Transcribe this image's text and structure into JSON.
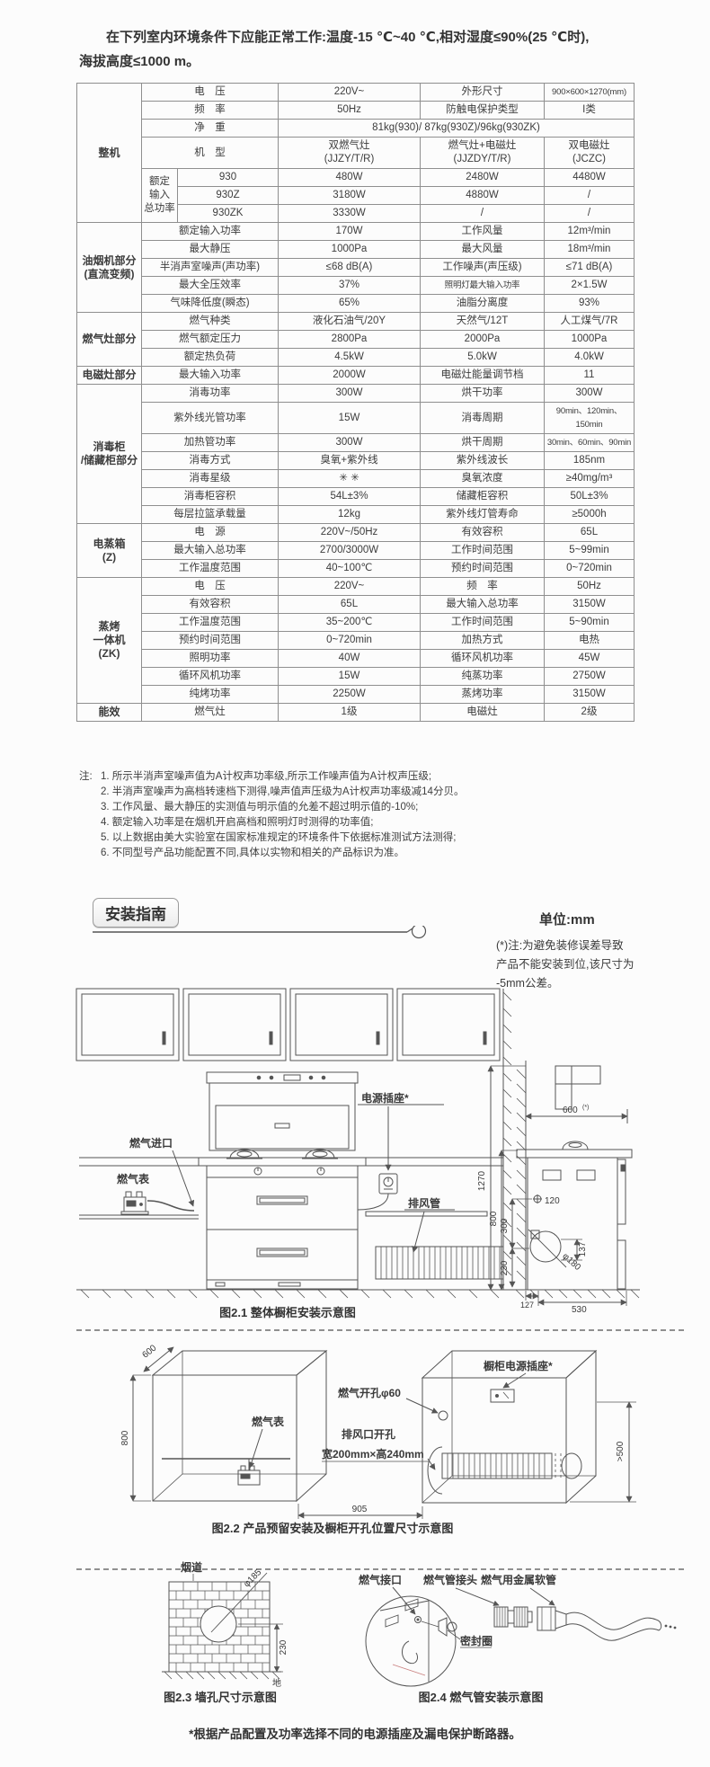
{
  "intro": {
    "line1": "在下列室内环境条件下应能正常工作:温度-15 ℃~40 ℃,相对湿度≤90%(25 ℃时),",
    "line2": "海拔高度≤1000 m。"
  },
  "table": {
    "sections": [
      {
        "group": "整机",
        "rows": [
          [
            {
              "t": "电　压",
              "c": 2
            },
            {
              "t": "220V~",
              "c": 1
            },
            {
              "t": "外形尺寸",
              "c": 1
            },
            {
              "t": "900×600×1270(mm)",
              "c": 1,
              "s": 1
            }
          ],
          [
            {
              "t": "频　率",
              "c": 2
            },
            {
              "t": "50Hz",
              "c": 1
            },
            {
              "t": "防触电保护类型",
              "c": 1
            },
            {
              "t": "I类",
              "c": 1
            }
          ],
          [
            {
              "t": "净　重",
              "c": 2
            },
            {
              "t": "81kg(930)/ 87kg(930Z)/96kg(930ZK)",
              "c": 3
            }
          ],
          [
            {
              "t": "机　型",
              "c": 2
            },
            {
              "t": "双燃气灶\n(JJZY/T/R)",
              "c": 1
            },
            {
              "t": "燃气灶+电磁灶\n(JJZDY/T/R)",
              "c": 1
            },
            {
              "t": "双电磁灶\n(JCZC)",
              "c": 1
            }
          ],
          [
            {
              "t": "额定\n输入\n总功率",
              "c": 1,
              "r": 3
            },
            {
              "t": "930",
              "c": 1
            },
            {
              "t": "480W",
              "c": 1
            },
            {
              "t": "2480W",
              "c": 1
            },
            {
              "t": "4480W",
              "c": 1
            }
          ],
          [
            {
              "t": "930Z",
              "c": 1
            },
            {
              "t": "3180W",
              "c": 1
            },
            {
              "t": "4880W",
              "c": 1
            },
            {
              "t": "/",
              "c": 1
            }
          ],
          [
            {
              "t": "930ZK",
              "c": 1
            },
            {
              "t": "3330W",
              "c": 1
            },
            {
              "t": "/",
              "c": 1
            },
            {
              "t": "/",
              "c": 1
            }
          ]
        ]
      },
      {
        "group": "油烟机部分\n(直流变频)",
        "rows": [
          [
            {
              "t": "额定输入功率",
              "c": 2
            },
            {
              "t": "170W",
              "c": 1
            },
            {
              "t": "工作风量",
              "c": 1
            },
            {
              "t": "12m³/min",
              "c": 1
            }
          ],
          [
            {
              "t": "最大静压",
              "c": 2
            },
            {
              "t": "1000Pa",
              "c": 1
            },
            {
              "t": "最大风量",
              "c": 1
            },
            {
              "t": "18m³/min",
              "c": 1
            }
          ],
          [
            {
              "t": "半消声室噪声(声功率)",
              "c": 2
            },
            {
              "t": "≤68 dB(A)",
              "c": 1
            },
            {
              "t": "工作噪声(声压级)",
              "c": 1
            },
            {
              "t": "≤71 dB(A)",
              "c": 1
            }
          ],
          [
            {
              "t": "最大全压效率",
              "c": 2
            },
            {
              "t": "37%",
              "c": 1
            },
            {
              "t": "照明灯最大输入功率",
              "c": 1,
              "s": 1
            },
            {
              "t": "2×1.5W",
              "c": 1
            }
          ],
          [
            {
              "t": "气味降低度(瞬态)",
              "c": 2
            },
            {
              "t": "65%",
              "c": 1
            },
            {
              "t": "油脂分离度",
              "c": 1
            },
            {
              "t": "93%",
              "c": 1
            }
          ]
        ]
      },
      {
        "group": "燃气灶部分",
        "rows": [
          [
            {
              "t": "燃气种类",
              "c": 2
            },
            {
              "t": "液化石油气/20Y",
              "c": 1
            },
            {
              "t": "天然气/12T",
              "c": 1
            },
            {
              "t": "人工煤气/7R",
              "c": 1
            }
          ],
          [
            {
              "t": "燃气额定压力",
              "c": 2
            },
            {
              "t": "2800Pa",
              "c": 1
            },
            {
              "t": "2000Pa",
              "c": 1
            },
            {
              "t": "1000Pa",
              "c": 1
            }
          ],
          [
            {
              "t": "额定热负荷",
              "c": 2
            },
            {
              "t": "4.5kW",
              "c": 1
            },
            {
              "t": "5.0kW",
              "c": 1
            },
            {
              "t": "4.0kW",
              "c": 1
            }
          ]
        ]
      },
      {
        "group": "电磁灶部分",
        "rows": [
          [
            {
              "t": "最大输入功率",
              "c": 2
            },
            {
              "t": "2000W",
              "c": 1
            },
            {
              "t": "电磁灶能量调节档",
              "c": 1
            },
            {
              "t": "11",
              "c": 1
            }
          ]
        ]
      },
      {
        "group": "消毒柜\n/储藏柜部分",
        "rows": [
          [
            {
              "t": "消毒功率",
              "c": 2
            },
            {
              "t": "300W",
              "c": 1
            },
            {
              "t": "烘干功率",
              "c": 1
            },
            {
              "t": "300W",
              "c": 1
            }
          ],
          [
            {
              "t": "紫外线光管功率",
              "c": 2
            },
            {
              "t": "15W",
              "c": 1
            },
            {
              "t": "消毒周期",
              "c": 1
            },
            {
              "t": "90min、120min、150min",
              "c": 1,
              "s": 1
            }
          ],
          [
            {
              "t": "加热管功率",
              "c": 2
            },
            {
              "t": "300W",
              "c": 1
            },
            {
              "t": "烘干周期",
              "c": 1
            },
            {
              "t": "30min、60min、90min",
              "c": 1,
              "s": 1
            }
          ],
          [
            {
              "t": "消毒方式",
              "c": 2
            },
            {
              "t": "臭氧+紫外线",
              "c": 1
            },
            {
              "t": "紫外线波长",
              "c": 1
            },
            {
              "t": "185nm",
              "c": 1
            }
          ],
          [
            {
              "t": "消毒星级",
              "c": 2
            },
            {
              "t": "✳ ✳",
              "c": 1
            },
            {
              "t": "臭氧浓度",
              "c": 1
            },
            {
              "t": "≥40mg/m³",
              "c": 1
            }
          ],
          [
            {
              "t": "消毒柜容积",
              "c": 2
            },
            {
              "t": "54L±3%",
              "c": 1
            },
            {
              "t": "储藏柜容积",
              "c": 1
            },
            {
              "t": "50L±3%",
              "c": 1
            }
          ],
          [
            {
              "t": "每层拉篮承载量",
              "c": 2
            },
            {
              "t": "12kg",
              "c": 1
            },
            {
              "t": "紫外线灯管寿命",
              "c": 1
            },
            {
              "t": "≥5000h",
              "c": 1
            }
          ]
        ]
      },
      {
        "group": "电蒸箱\n(Z)",
        "rows": [
          [
            {
              "t": "电　源",
              "c": 2
            },
            {
              "t": "220V~/50Hz",
              "c": 1
            },
            {
              "t": "有效容积",
              "c": 1
            },
            {
              "t": "65L",
              "c": 1
            }
          ],
          [
            {
              "t": "最大输入总功率",
              "c": 2
            },
            {
              "t": "2700/3000W",
              "c": 1
            },
            {
              "t": "工作时间范围",
              "c": 1
            },
            {
              "t": "5~99min",
              "c": 1
            }
          ],
          [
            {
              "t": "工作温度范围",
              "c": 2
            },
            {
              "t": "40~100℃",
              "c": 1
            },
            {
              "t": "预约时间范围",
              "c": 1
            },
            {
              "t": "0~720min",
              "c": 1
            }
          ]
        ]
      },
      {
        "group": "蒸烤\n一体机\n(ZK)",
        "rows": [
          [
            {
              "t": "电　压",
              "c": 2
            },
            {
              "t": "220V~",
              "c": 1
            },
            {
              "t": "频　率",
              "c": 1
            },
            {
              "t": "50Hz",
              "c": 1
            }
          ],
          [
            {
              "t": "有效容积",
              "c": 2
            },
            {
              "t": "65L",
              "c": 1
            },
            {
              "t": "最大输入总功率",
              "c": 1
            },
            {
              "t": "3150W",
              "c": 1
            }
          ],
          [
            {
              "t": "工作温度范围",
              "c": 2
            },
            {
              "t": "35~200℃",
              "c": 1
            },
            {
              "t": "工作时间范围",
              "c": 1
            },
            {
              "t": "5~90min",
              "c": 1
            }
          ],
          [
            {
              "t": "预约时间范围",
              "c": 2
            },
            {
              "t": "0~720min",
              "c": 1
            },
            {
              "t": "加热方式",
              "c": 1
            },
            {
              "t": "电热",
              "c": 1
            }
          ],
          [
            {
              "t": "照明功率",
              "c": 2
            },
            {
              "t": "40W",
              "c": 1
            },
            {
              "t": "循环风机功率",
              "c": 1
            },
            {
              "t": "45W",
              "c": 1
            }
          ],
          [
            {
              "t": "循环风机功率",
              "c": 2
            },
            {
              "t": "15W",
              "c": 1
            },
            {
              "t": "纯蒸功率",
              "c": 1
            },
            {
              "t": "2750W",
              "c": 1
            }
          ],
          [
            {
              "t": "纯烤功率",
              "c": 2
            },
            {
              "t": "2250W",
              "c": 1
            },
            {
              "t": "蒸烤功率",
              "c": 1
            },
            {
              "t": "3150W",
              "c": 1
            }
          ]
        ]
      },
      {
        "group": "能效",
        "rows": [
          [
            {
              "t": "燃气灶",
              "c": 2
            },
            {
              "t": "1级",
              "c": 1
            },
            {
              "t": "电磁灶",
              "c": 1
            },
            {
              "t": "2级",
              "c": 1
            }
          ]
        ]
      }
    ]
  },
  "notes": {
    "prefix": "注:",
    "items": [
      "1.  所示半消声室噪声值为A计权声功率级,所示工作噪声值为A计权声压级;",
      "2.  半消声室噪声为高档转速档下测得,噪声值声压级为A计权声功率级减14分贝。",
      "3.  工作风量、最大静压的实测值与明示值的允差不超过明示值的-10%;",
      "4.  额定输入功率是在烟机开启高档和照明灯时测得的功率值;",
      "5.  以上数据由美大实验室在国家标准规定的环境条件下依据标准测试方法测得;",
      "6.  不同型号产品功能配置不同,具体以实物和相关的产品标识为准。"
    ]
  },
  "install": {
    "badge": "安装指南",
    "unit": "单位:mm",
    "tol1": "(*)注:为避免装修误差导致",
    "tol2": "产品不能安装到位,该尺寸为",
    "tol3": "-5mm公差。",
    "fig21": {
      "caption": "图2.1 整体橱柜安装示意图",
      "labels": {
        "gas_inlet": "燃气进口",
        "gas_meter": "燃气表",
        "socket": "电源插座*",
        "duct": "排风管"
      },
      "dims": {
        "d600": "600",
        "d600sup": "(*)",
        "d1270": "1270",
        "d800": "800",
        "d300": "300",
        "d230": "230",
        "d120": "120",
        "d137": "137",
        "d180": "φ180",
        "d127": "127",
        "d530": "530"
      }
    },
    "fig22": {
      "caption": "图2.2 产品预留安装及橱柜开孔位置尺寸示意图",
      "labels": {
        "gas_meter": "燃气表",
        "gas_hole": "燃气开孔φ60",
        "vent1": "排风口开孔",
        "vent2": "宽200mm×高240mm",
        "socket": "橱柜电源插座*"
      },
      "dims": {
        "d600": "600",
        "d800": "800",
        "d905": "905",
        "d500": ">500"
      }
    },
    "fig23": {
      "caption": "图2.3 墙孔尺寸示意图",
      "labels": {
        "flue": "烟道",
        "dia": "φ185",
        "ground": "地"
      },
      "dims": {
        "d230": "230"
      }
    },
    "fig24": {
      "caption": "图2.4 燃气管安装示意图",
      "labels": {
        "interface": "燃气接口",
        "seal": "密封圈",
        "joint": "燃气管接头",
        "hose": "燃气用金属软管"
      }
    },
    "footnote": "*根据产品配置及功率选择不同的电源插座及漏电保护断路器。"
  }
}
